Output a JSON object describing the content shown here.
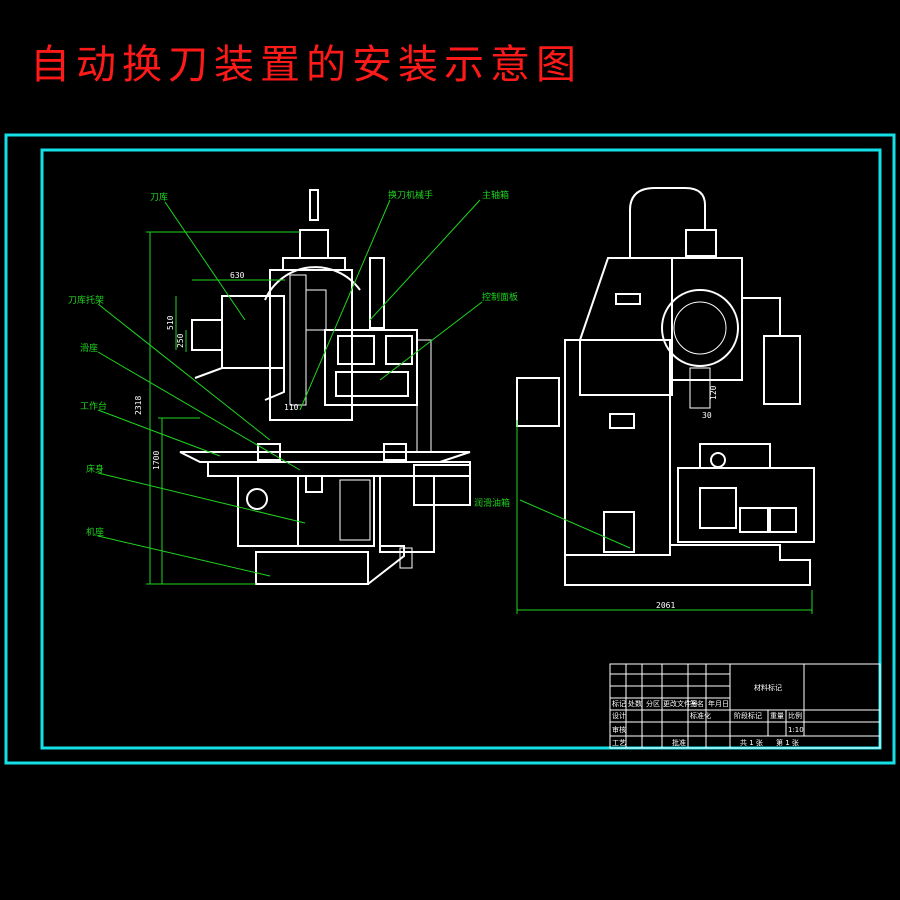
{
  "title": "自动换刀装置的安装示意图",
  "labels": {
    "tool_magazine": "刀库",
    "tool_change_manipulator": "换刀机械手",
    "spindle_box": "主轴箱",
    "tool_magazine_bracket": "刀库托架",
    "slide_seat": "滑座",
    "worktable": "工作台",
    "bed_body": "床身",
    "base": "机座",
    "control_panel": "控制面板",
    "lube_oil_tank": "润滑油箱"
  },
  "dimensions": {
    "d630": "630",
    "d510": "510",
    "d250": "250",
    "d110": "110",
    "d2318": "2318",
    "d1700": "1700",
    "d2061": "2061",
    "d120": "120",
    "d30": "30"
  },
  "title_block": {
    "material_mark": "材料标记",
    "mark_1": "标记",
    "count": "处数",
    "zone": "分区",
    "change_doc": "更改文件号",
    "signature": "签名",
    "date": "年月日",
    "design": "设计",
    "standardization": "标准化",
    "stage_mark": "阶段标记",
    "weight": "重量",
    "scale": "比例",
    "scale_value": "1:10",
    "review": "审核",
    "process": "工艺",
    "approve": "批准",
    "sheets_total": "共 1 张",
    "sheet_no": "第 1 张"
  },
  "colors": {
    "title": "#ff1a1a",
    "frame": "#14e0e8",
    "drawing": "#ffffff",
    "annotation": "#1fd51f",
    "background": "#000000"
  }
}
